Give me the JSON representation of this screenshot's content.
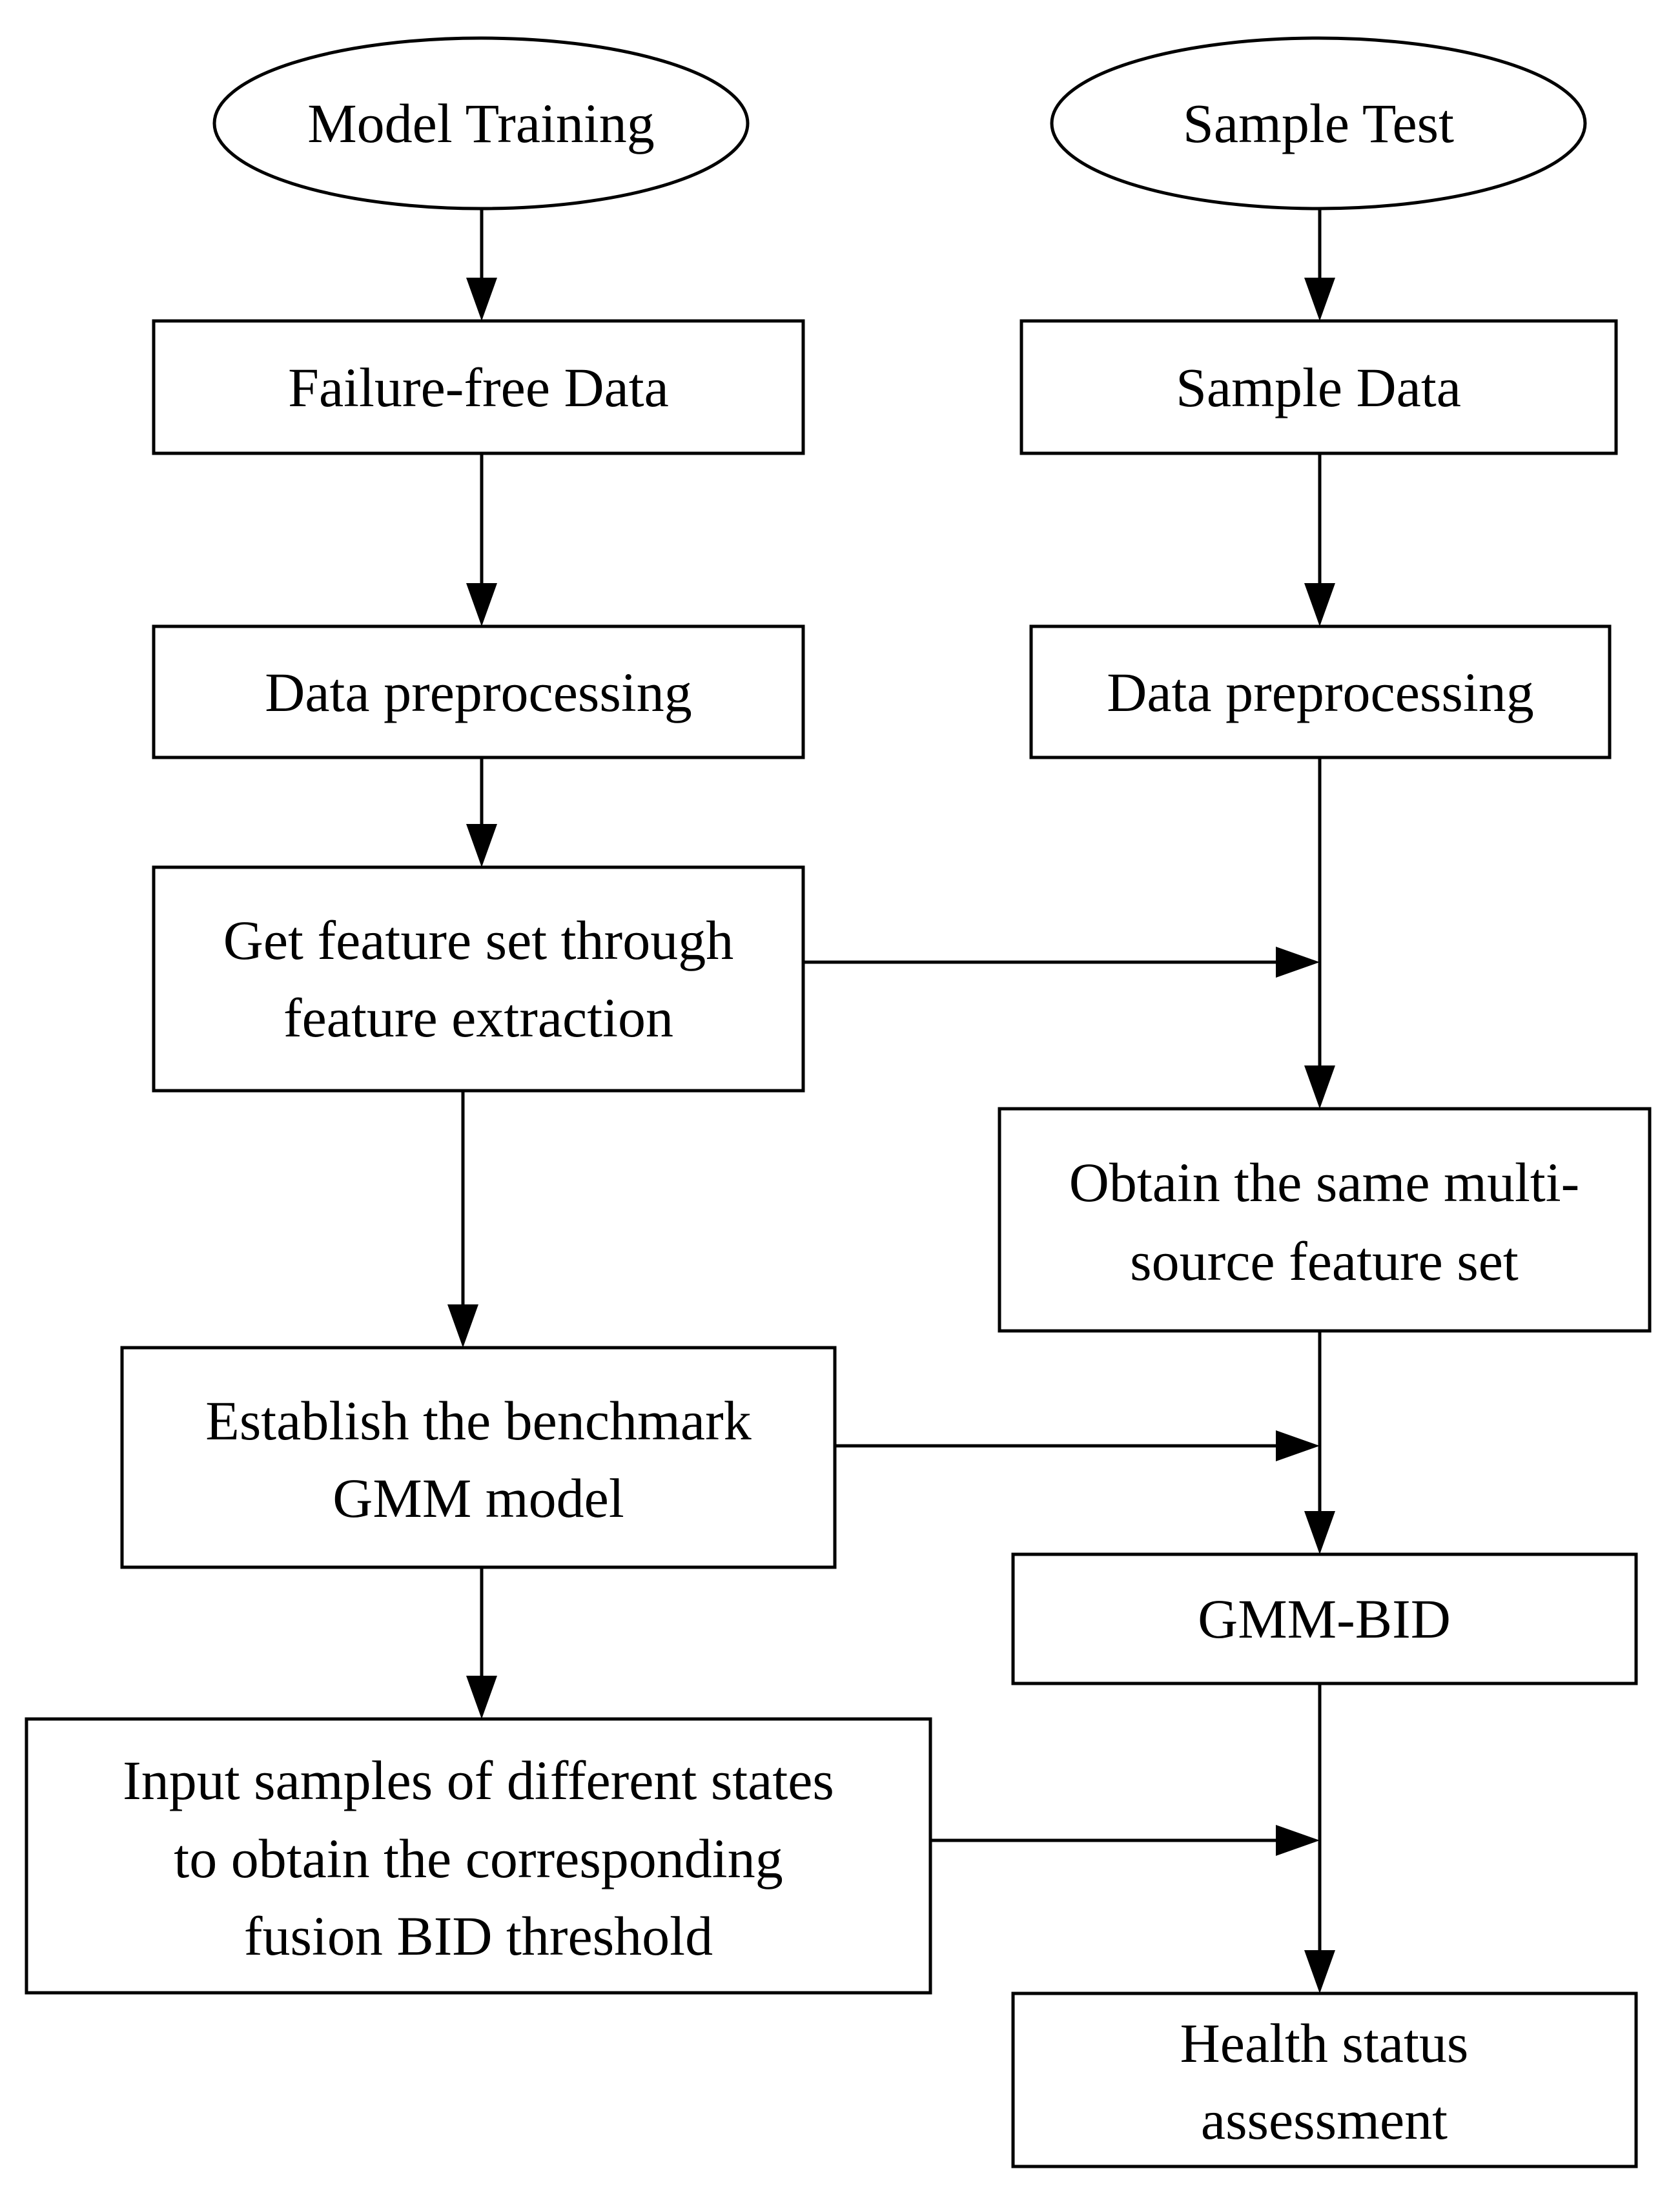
{
  "nodes": {
    "model_training": {
      "lines": [
        "Model Training"
      ]
    },
    "sample_test": {
      "lines": [
        "Sample Test"
      ]
    },
    "failure_free_data": {
      "lines": [
        "Failure-free Data"
      ]
    },
    "sample_data": {
      "lines": [
        "Sample Data"
      ]
    },
    "data_preprocessing_left": {
      "lines": [
        "Data preprocessing"
      ]
    },
    "data_preprocessing_right": {
      "lines": [
        "Data preprocessing"
      ]
    },
    "feature_extraction": {
      "lines": [
        "Get feature set through",
        "feature extraction"
      ]
    },
    "multi_source_feature_set": {
      "lines": [
        "Obtain the same multi-",
        "source feature set"
      ]
    },
    "benchmark_gmm": {
      "lines": [
        "Establish the benchmark",
        "GMM model"
      ]
    },
    "gmm_bid": {
      "lines": [
        "GMM-BID"
      ]
    },
    "bid_threshold": {
      "lines": [
        "Input samples of different states",
        "to obtain the corresponding",
        "fusion BID threshold"
      ]
    },
    "health_status": {
      "lines": [
        "Health status",
        "assessment"
      ]
    }
  },
  "edges": [
    {
      "from": "model_training",
      "to": "failure_free_data"
    },
    {
      "from": "failure_free_data",
      "to": "data_preprocessing_left"
    },
    {
      "from": "data_preprocessing_left",
      "to": "feature_extraction"
    },
    {
      "from": "feature_extraction",
      "to": "benchmark_gmm"
    },
    {
      "from": "benchmark_gmm",
      "to": "bid_threshold"
    },
    {
      "from": "sample_test",
      "to": "sample_data"
    },
    {
      "from": "sample_data",
      "to": "data_preprocessing_right"
    },
    {
      "from": "data_preprocessing_right",
      "to": "multi_source_feature_set"
    },
    {
      "from": "multi_source_feature_set",
      "to": "gmm_bid"
    },
    {
      "from": "gmm_bid",
      "to": "health_status"
    },
    {
      "from": "feature_extraction",
      "to": "right_branch"
    },
    {
      "from": "benchmark_gmm",
      "to": "right_branch"
    },
    {
      "from": "bid_threshold",
      "to": "right_branch"
    }
  ]
}
